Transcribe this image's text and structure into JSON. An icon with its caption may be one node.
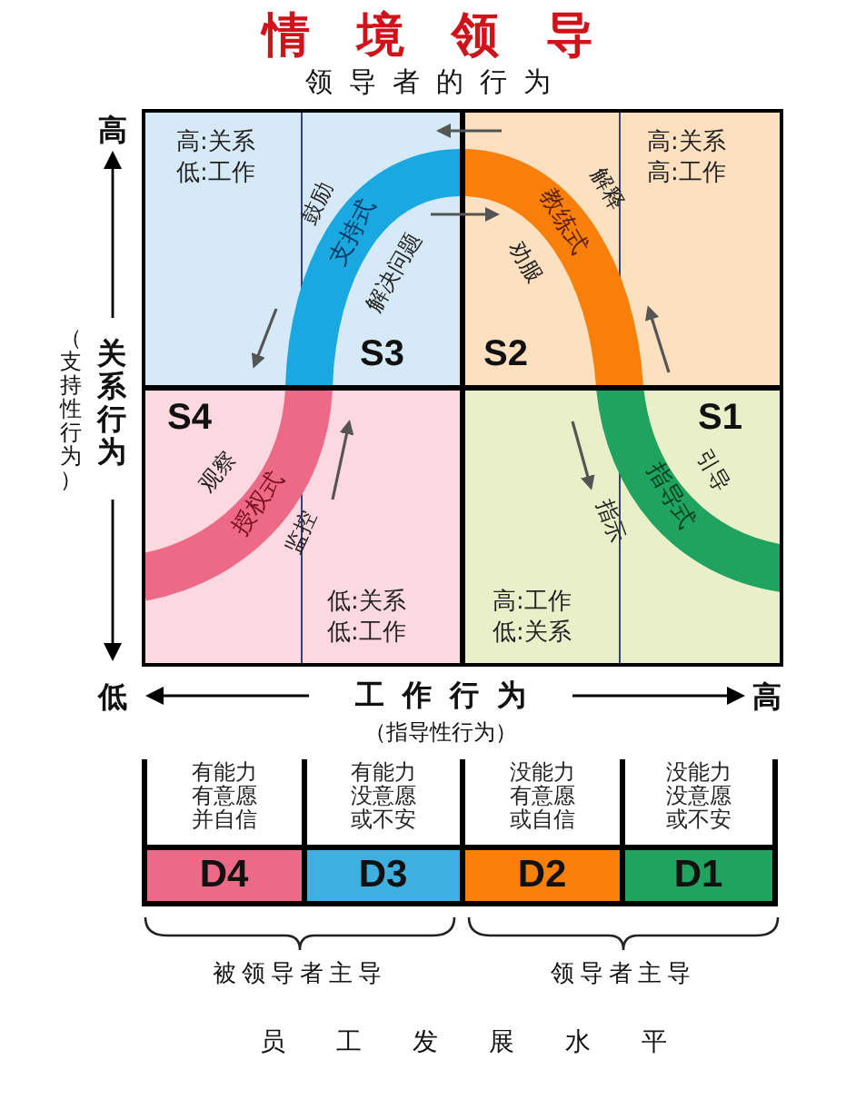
{
  "diagram": {
    "title": "情境领导",
    "nodes": [
      {
        "text": [
          "S3",
          "高:关系低:工作",
          "鼓励",
          "支持式",
          "解决问题"
        ]
      },
      {
        "text": [
          "S2",
          "高:关系高:工作",
          "解释",
          "教练式",
          "劝服"
        ]
      },
      {
        "text": [
          "S4",
          "低:关系低:工作",
          "观察",
          "授权式",
          "监控"
        ]
      },
      {
        "text": [
          "S1",
          "高:工作低:关系",
          "引导",
          "指导式",
          "指示"
        ]
      },
      {
        "text": [
          "有能力有意愿并自信",
          "D4"
        ]
      },
      {
        "text": [
          "有能力没意愿或不安",
          "D3"
        ]
      },
      {
        "text": [
          "没能力有意愿或自信",
          "D2"
        ]
      },
      {
        "text": [
          "没能力没意愿或不安",
          "D1"
        ]
      }
    ],
    "edges": [
      {
        "from": 1,
        "to": 0,
        "arrow": "to"
      },
      {
        "from": 0,
        "to": 1,
        "arrow": "to"
      }
    ],
    "labels": [
      "领导者的行为",
      "高",
      "（支持性行为）",
      "关系行为",
      "低",
      "工作行为",
      "高",
      "（指导性行为）",
      "被领导者主导",
      "领导者主导",
      "员工发展水平"
    ]
  }
}
